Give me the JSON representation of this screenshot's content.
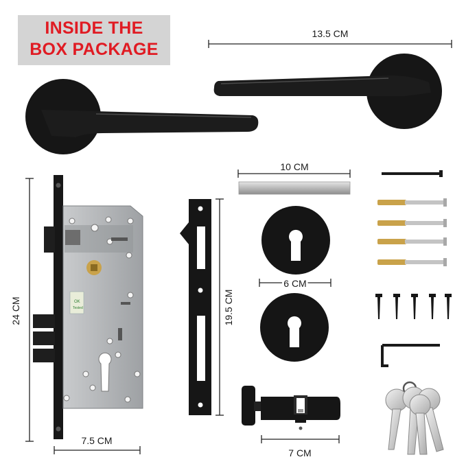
{
  "banner": {
    "line1": "INSIDE THE",
    "line2": "BOX PACKAGE",
    "text_color": "#e01b23",
    "background": "#d4d4d4"
  },
  "dimensions": {
    "handle_length": "13.5 CM",
    "spindle_length": "10 CM",
    "rose_diameter": "6 CM",
    "lock_body_height": "24 CM",
    "lock_body_width": "7.5 CM",
    "strike_plate_height": "19.5 CM",
    "cylinder_length": "7 CM"
  },
  "colors": {
    "hardware_black": "#141414",
    "lock_body_silver": "#b5b8ba",
    "brass": "#c9a24a",
    "steel": "#c8c8c8"
  }
}
